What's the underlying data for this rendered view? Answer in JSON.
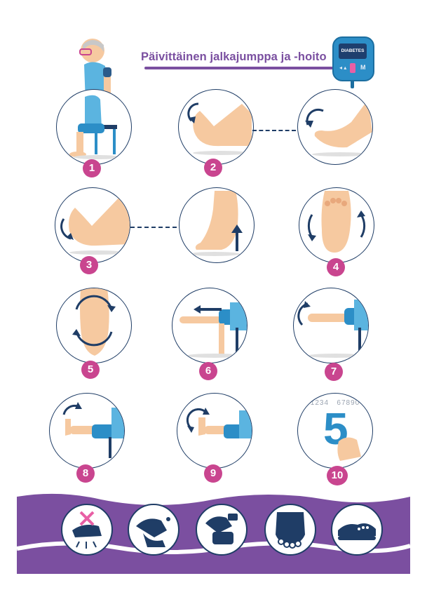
{
  "title": "Päivittäinen jalkajumppa ja -hoito",
  "meter": {
    "screen_text": "DIABETES",
    "button_left": "◂ ▴",
    "button_right": "M"
  },
  "exercises": [
    {
      "number": "1",
      "icon": "seated-man-icon"
    },
    {
      "number": "2",
      "icon": "foot-flex-up-icon"
    },
    {
      "number": "",
      "icon": "foot-point-down-icon"
    },
    {
      "number": "3",
      "icon": "foot-flex-icon"
    },
    {
      "number": "",
      "icon": "tiptoe-icon"
    },
    {
      "number": "4",
      "icon": "sole-rotation-icon"
    },
    {
      "number": "5",
      "icon": "heel-rotation-icon"
    },
    {
      "number": "6",
      "icon": "leg-extend-icon"
    },
    {
      "number": "7",
      "icon": "leg-lift-icon"
    },
    {
      "number": "8",
      "icon": "leg-raise-icon"
    },
    {
      "number": "9",
      "icon": "ankle-circle-icon"
    },
    {
      "number": "10",
      "icon": "toe-writing-numbers-icon"
    }
  ],
  "toe_writing_digits": "1234   67890",
  "toe_writing_big_digit": "5",
  "footcare": [
    {
      "icon": "no-barefoot-icon"
    },
    {
      "icon": "wash-feet-icon"
    },
    {
      "icon": "dry-feet-icon"
    },
    {
      "icon": "check-toes-icon"
    },
    {
      "icon": "proper-shoes-icon"
    }
  ],
  "colors": {
    "purple": "#7a4fa0",
    "pink": "#c9458f",
    "navy": "#1f3d66",
    "skin": "#f6c9a0",
    "shirt": "#5bb4e0",
    "crossmark": "#e85fa5"
  }
}
